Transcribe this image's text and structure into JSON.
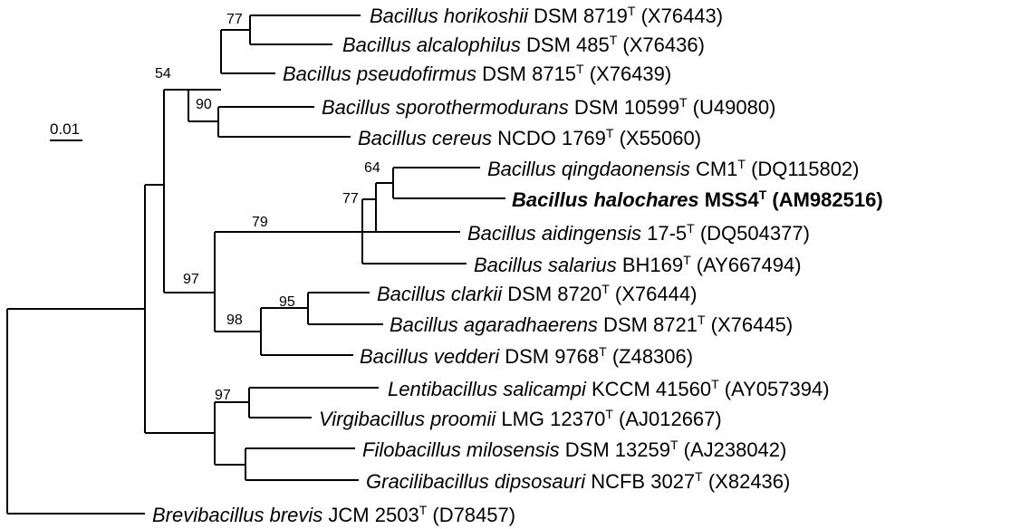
{
  "scale_bar": {
    "label": "0.01"
  },
  "taxa": [
    {
      "genus_species": "Bacillus horikoshii",
      "strain": "DSM 8719",
      "type_mark": "T",
      "accession": "(X76443)",
      "bold": false
    },
    {
      "genus_species": "Bacillus alcalophilus",
      "strain": "DSM 485",
      "type_mark": "T",
      "accession": "(X76436)",
      "bold": false
    },
    {
      "genus_species": "Bacillus pseudofirmus",
      "strain": "DSM 8715",
      "type_mark": "T",
      "accession": "(X76439)",
      "bold": false
    },
    {
      "genus_species": "Bacillus sporothermodurans",
      "strain": "DSM 10599",
      "type_mark": "T",
      "accession": "(U49080)",
      "bold": false
    },
    {
      "genus_species": "Bacillus cereus",
      "strain": "NCDO 1769",
      "type_mark": "T",
      "accession": "(X55060)",
      "bold": false
    },
    {
      "genus_species": "Bacillus qingdaonensis",
      "strain": "CM1",
      "type_mark": "T",
      "accession": "(DQ115802)",
      "bold": false
    },
    {
      "genus_species": "Bacillus halochares",
      "strain": "MSS4",
      "type_mark": "T",
      "accession": "(AM982516)",
      "bold": true
    },
    {
      "genus_species": "Bacillus aidingensis",
      "strain": "17-5",
      "type_mark": "T",
      "accession": "(DQ504377)",
      "bold": false
    },
    {
      "genus_species": "Bacillus salarius",
      "strain": "BH169",
      "type_mark": "T",
      "accession": "(AY667494)",
      "bold": false
    },
    {
      "genus_species": "Bacillus clarkii",
      "strain": "DSM 8720",
      "type_mark": "T",
      "accession": "(X76444)",
      "bold": false
    },
    {
      "genus_species": "Bacillus agaradhaerens",
      "strain": "DSM 8721",
      "type_mark": "T",
      "accession": "(X76445)",
      "bold": false
    },
    {
      "genus_species": "Bacillus vedderi",
      "strain": "DSM 9768",
      "type_mark": "T",
      "accession": "(Z48306)",
      "bold": false
    },
    {
      "genus_species": "Lentibacillus salicampi",
      "strain": "KCCM 41560",
      "type_mark": "T",
      "accession": "(AY057394)",
      "bold": false
    },
    {
      "genus_species": "Virgibacillus proomii",
      "strain": "LMG 12370",
      "type_mark": "T",
      "accession": "(AJ012667)",
      "bold": false
    },
    {
      "genus_species": "Filobacillus milosensis",
      "strain": "DSM 13259",
      "type_mark": "T",
      "accession": "(AJ238042)",
      "bold": false
    },
    {
      "genus_species": "Gracilibacillus dipsosauri",
      "strain": "NCFB 3027",
      "type_mark": "T",
      "accession": "(X82436)",
      "bold": false
    },
    {
      "genus_species": "Brevibacillus brevis",
      "strain": "JCM 2503",
      "type_mark": "T",
      "accession": "(D78457)",
      "bold": false
    }
  ],
  "bootstrap_values": [
    "77",
    "54",
    "90",
    "64",
    "77",
    "79",
    "97",
    "95",
    "98",
    "97"
  ]
}
